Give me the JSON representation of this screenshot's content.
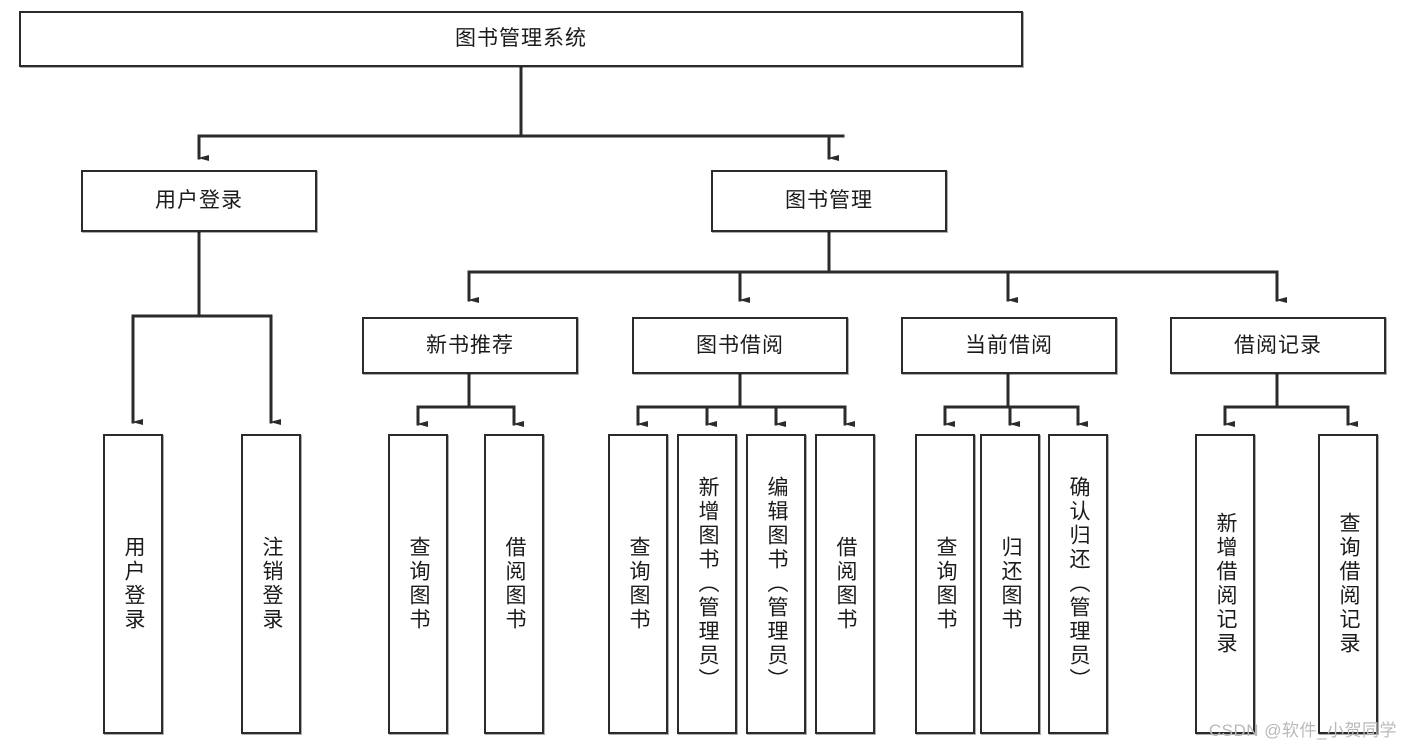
{
  "diagram": {
    "type": "tree-hierarchy-chart",
    "title_node": "图书管理系统",
    "line_color": "#2b2b2b",
    "box_fill": "#ffffff",
    "text_color": "#1b1b1b",
    "levels": {
      "root": {
        "label": "图书管理系统"
      },
      "level2": [
        {
          "label": "用户登录"
        },
        {
          "label": "图书管理"
        }
      ],
      "level3": [
        {
          "label": "新书推荐"
        },
        {
          "label": "图书借阅"
        },
        {
          "label": "当前借阅"
        },
        {
          "label": "借阅记录"
        }
      ],
      "level4": {
        "user_login_children": [
          {
            "label": "用户登录"
          },
          {
            "label": "注销登录"
          }
        ],
        "new_book_children": [
          {
            "label": "查询图书"
          },
          {
            "label": "借阅图书"
          }
        ],
        "book_borrow_children": [
          {
            "label": "查询图书"
          },
          {
            "label": "新增图书（管理员）"
          },
          {
            "label": "编辑图书（管理员）"
          },
          {
            "label": "借阅图书"
          }
        ],
        "current_borrow_children": [
          {
            "label": "查询图书"
          },
          {
            "label": "归还图书"
          },
          {
            "label": "确认归还（管理员）"
          }
        ],
        "borrow_record_children": [
          {
            "label": "新增借阅记录"
          },
          {
            "label": "查询借阅记录"
          }
        ]
      }
    }
  },
  "watermark": {
    "text": "CSDN @软件_小贺同学"
  }
}
